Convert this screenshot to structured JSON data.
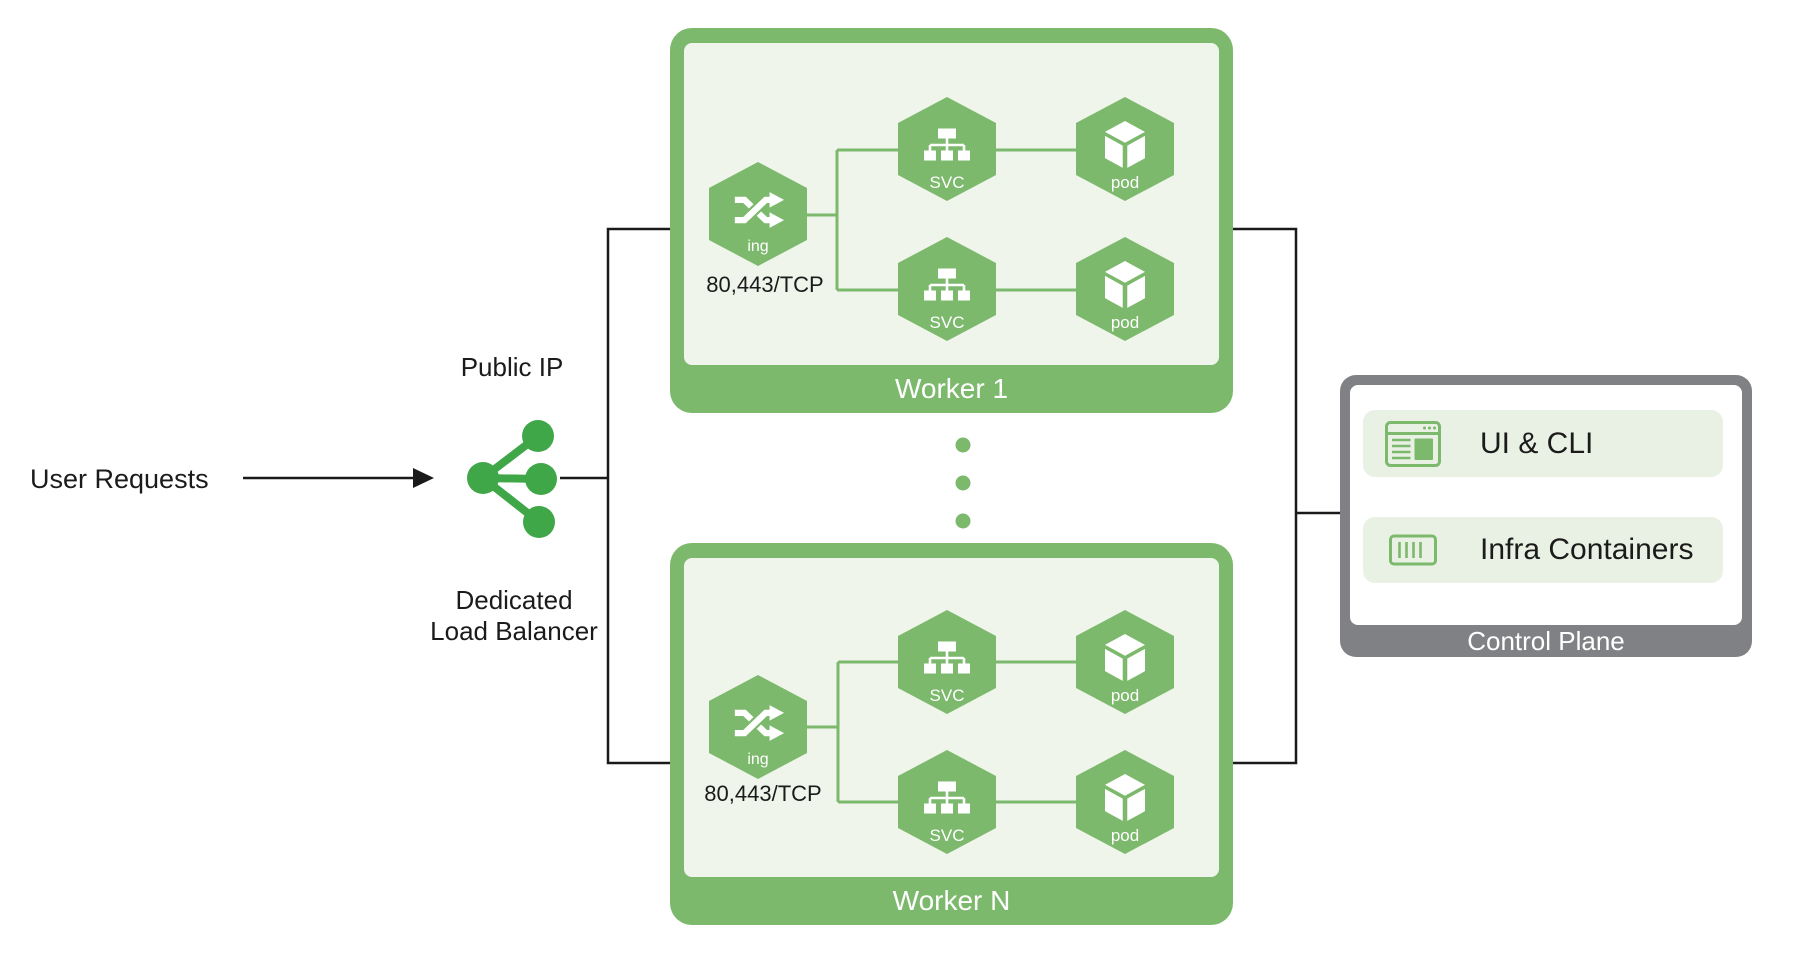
{
  "colors": {
    "green": "#7CB96C",
    "bright-green": "#3FA748",
    "light-green-fill": "#EFF5EA",
    "row-green": "#E9F1E4",
    "gray": "#808184",
    "line-black": "#1A1A1A",
    "text-color": "#1B1B1B",
    "white": "#FFFFFF"
  },
  "left_panel": {
    "user_requests": "User Requests",
    "public_ip": "Public IP",
    "load_balancer_line1": "Dedicated",
    "load_balancer_line2": "Load Balancer"
  },
  "workers": [
    {
      "title": "Worker 1",
      "port": "80,443/TCP"
    },
    {
      "title": "Worker N",
      "port": "80,443/TCP"
    }
  ],
  "hex_labels": {
    "ingress": "ing",
    "service": "SVC",
    "pod": "pod"
  },
  "control_plane": {
    "title": "Control Plane",
    "rows": [
      {
        "label": "UI & CLI",
        "icon": "browser-window-icon"
      },
      {
        "label": "Infra Containers",
        "icon": "container-icon"
      }
    ]
  }
}
